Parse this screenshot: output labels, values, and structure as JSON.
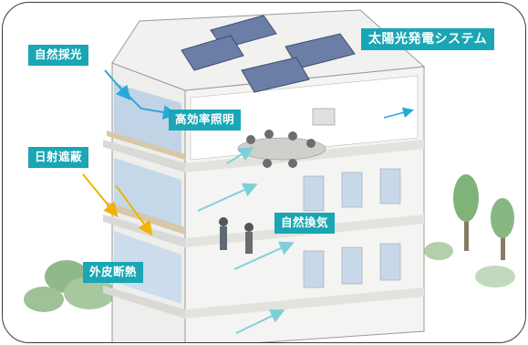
{
  "labels": {
    "solar": "太陽光発電システム",
    "daylight": "自然採光",
    "lighting": "高効率照明",
    "shading": "日射遮蔽",
    "ventilation": "自然換気",
    "insulation": "外皮断熱"
  },
  "colors": {
    "label_bg": "#1aa6b4",
    "arrow_blue": "#2aa8d8",
    "arrow_yellow": "#f0b400",
    "arrow_teal": "#7fd0d6"
  }
}
